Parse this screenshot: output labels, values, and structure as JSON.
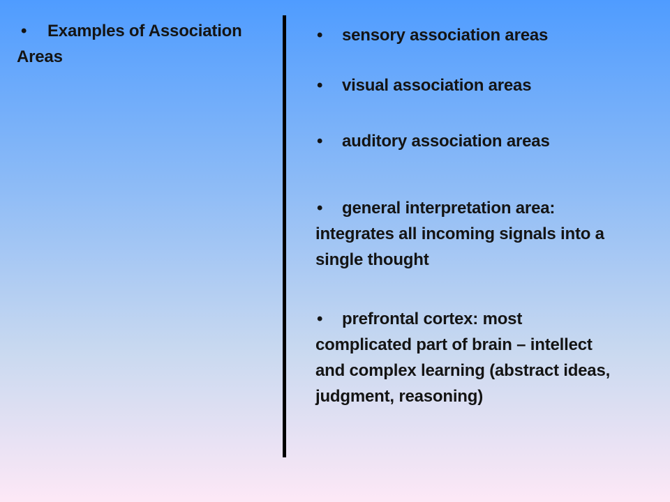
{
  "left": {
    "bullet": "•",
    "heading": "Examples of Association Areas"
  },
  "right": {
    "items": [
      {
        "bullet": "•",
        "text": "sensory association areas"
      },
      {
        "bullet": "•",
        "text": "visual association areas"
      },
      {
        "bullet": "•",
        "text": "auditory association areas"
      },
      {
        "bullet": "•",
        "text": "general interpretation area: integrates all incoming signals into a single thought"
      },
      {
        "bullet": "•",
        "text": "prefrontal cortex:  most complicated part of brain – intellect and complex learning (abstract ideas, judgment, reasoning)"
      }
    ]
  },
  "colors": {
    "background_top": "#4f9cff",
    "background_bottom": "#fde8f6",
    "divider": "#000000",
    "text": "#141414"
  }
}
